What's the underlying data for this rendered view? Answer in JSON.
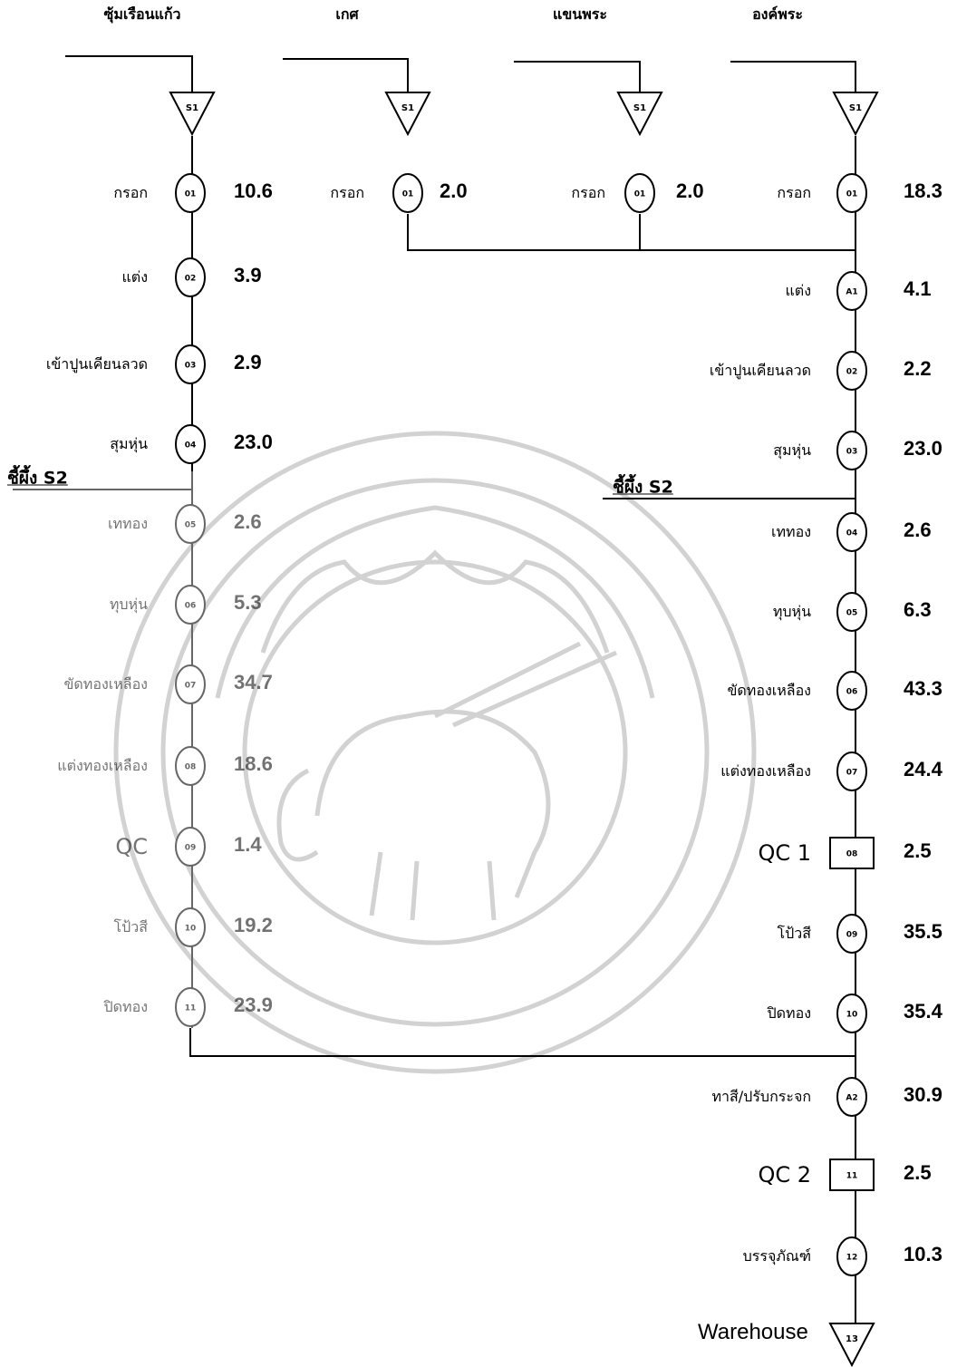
{
  "lines": [
    {
      "header": "ซุ้มเรือนแก้ว"
    },
    {
      "header": "เกศ"
    },
    {
      "header": "แขนพระ"
    },
    {
      "header": "องค์พระ"
    }
  ],
  "source_code": "S1",
  "assembly_label": "ชี้ผึ้ง S2",
  "warehouse": {
    "label": "Warehouse",
    "code": "13"
  },
  "sections": {
    "line1": [
      {
        "code": "01",
        "label": "กรอก",
        "time": "10.6"
      },
      {
        "code": "02",
        "label": "แต่ง",
        "time": "3.9"
      },
      {
        "code": "03",
        "label": "เข้าปูนเคียนลวด",
        "time": "2.9"
      },
      {
        "code": "04",
        "label": "สุมหุ่น",
        "time": "23.0"
      },
      {
        "code": "05",
        "label": "เททอง",
        "time": "2.6"
      },
      {
        "code": "06",
        "label": "ทุบหุ่น",
        "time": "5.3"
      },
      {
        "code": "07",
        "label": "ขัดทองเหลือง",
        "time": "34.7"
      },
      {
        "code": "08",
        "label": "แต่งทองเหลือง",
        "time": "18.6"
      },
      {
        "code": "09",
        "label": "QC",
        "time": "1.4"
      },
      {
        "code": "10",
        "label": "โป้วสี",
        "time": "19.2"
      },
      {
        "code": "11",
        "label": "ปิดทอง",
        "time": "23.9"
      }
    ],
    "line2": [
      {
        "code": "01",
        "label": "กรอก",
        "time": "2.0"
      }
    ],
    "line3": [
      {
        "code": "01",
        "label": "กรอก",
        "time": "2.0"
      }
    ],
    "line4": [
      {
        "code": "01",
        "label": "กรอก",
        "time": "18.3"
      },
      {
        "code": "A1",
        "label": "แต่ง",
        "time": "4.1"
      },
      {
        "code": "02",
        "label": "เข้าปูนเคียนลวด",
        "time": "2.2"
      },
      {
        "code": "03",
        "label": "สุมหุ่น",
        "time": "23.0"
      },
      {
        "code": "04",
        "label": "เททอง",
        "time": "2.6"
      },
      {
        "code": "05",
        "label": "ทุบหุ่น",
        "time": "6.3"
      },
      {
        "code": "06",
        "label": "ขัดทองเหลือง",
        "time": "43.3"
      },
      {
        "code": "07",
        "label": "แต่งทองเหลือง",
        "time": "24.4"
      },
      {
        "code": "08",
        "label": "QC 1",
        "time": "2.5"
      },
      {
        "code": "09",
        "label": "โป้วสี",
        "time": "35.5"
      },
      {
        "code": "10",
        "label": "ปิดทอง",
        "time": "35.4"
      },
      {
        "code": "A2",
        "label": "ทาสี/ปรับกระจก",
        "time": "30.9"
      },
      {
        "code": "11",
        "label": "QC 2",
        "time": "2.5"
      },
      {
        "code": "12",
        "label": "บรรจุภัณฑ์",
        "time": "10.3"
      }
    ]
  },
  "colors": {
    "ink": "#000000",
    "faded_ink": "#555555",
    "watermark": "#d0d0d0"
  }
}
